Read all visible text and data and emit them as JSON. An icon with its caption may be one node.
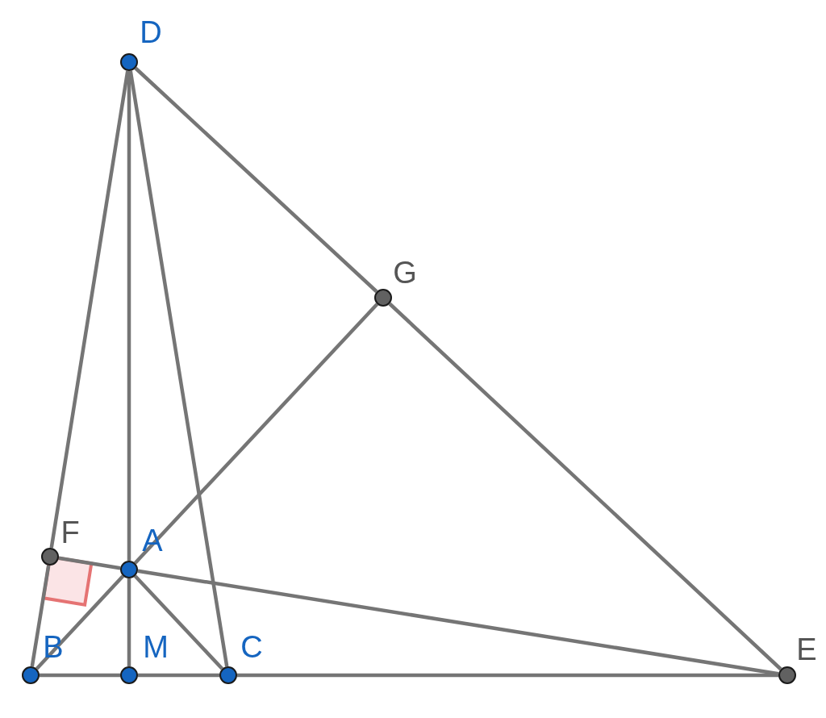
{
  "diagram": {
    "nodes": [
      {
        "text": [
          "D"
        ]
      },
      {
        "text": [
          "G"
        ]
      },
      {
        "text": [
          "F"
        ]
      },
      {
        "text": [
          "A"
        ]
      },
      {
        "text": [
          "B"
        ]
      },
      {
        "text": [
          "M"
        ]
      },
      {
        "text": [
          "C"
        ]
      },
      {
        "text": [
          "E"
        ]
      }
    ],
    "edges": [
      {
        "from": 0,
        "to": 2,
        "arrow": "none"
      },
      {
        "from": 2,
        "to": 4,
        "arrow": "none"
      },
      {
        "from": 0,
        "to": 3,
        "arrow": "none"
      },
      {
        "from": 3,
        "to": 5,
        "arrow": "none"
      },
      {
        "from": 0,
        "to": 6,
        "arrow": "none"
      },
      {
        "from": 0,
        "to": 1,
        "arrow": "none"
      },
      {
        "from": 1,
        "to": 7,
        "arrow": "none"
      },
      {
        "from": 4,
        "to": 3,
        "arrow": "none"
      },
      {
        "from": 3,
        "to": 1,
        "arrow": "none"
      },
      {
        "from": 3,
        "to": 6,
        "arrow": "none"
      },
      {
        "from": 2,
        "to": 3,
        "arrow": "none"
      },
      {
        "from": 3,
        "to": 7,
        "arrow": "none"
      },
      {
        "from": 4,
        "to": 5,
        "arrow": "none"
      },
      {
        "from": 5,
        "to": 6,
        "arrow": "none"
      },
      {
        "from": 6,
        "to": 7,
        "arrow": "none"
      }
    ]
  }
}
